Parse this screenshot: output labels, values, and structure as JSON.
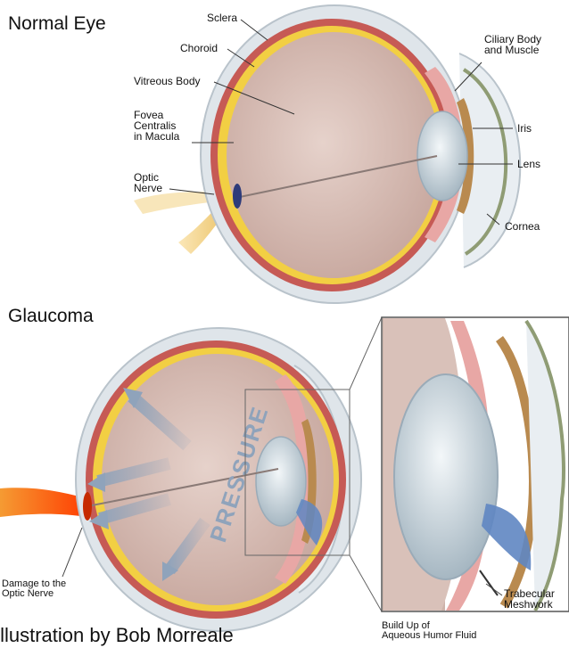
{
  "titles": {
    "normal": "Normal Eye",
    "glaucoma": "Glaucoma"
  },
  "normal_labels": {
    "sclera": "Sclera",
    "choroid": "Choroid",
    "vitreous": "Vitreous Body",
    "fovea": "Fovea\nCentralis\nin Macula",
    "optic_nerve": "Optic\nNerve",
    "ciliary": "Ciliary Body\nand Muscle",
    "iris": "Iris",
    "lens": "Lens",
    "cornea": "Cornea"
  },
  "glaucoma_labels": {
    "pressure": "PRESSURE",
    "damage": "Damage to the\nOptic Nerve",
    "trabecular": "Trabecular\nMeshwork",
    "aqueous": "Build Up of\nAqueous Humor Fluid"
  },
  "credit": "Illustration by Bob Morreale",
  "colors": {
    "sclera": "#e7ebee",
    "choroid": "#c65a55",
    "retina": "#f2cf43",
    "vitreous": "#d8c0b8",
    "lens": "#c9d6de",
    "iris": "#b98a4f",
    "cornea": "#8f9c74",
    "nerve": "#f0c870",
    "damage": "#ff6a00",
    "arrow": "#8fa3bb",
    "fluid": "#5f86c2"
  }
}
